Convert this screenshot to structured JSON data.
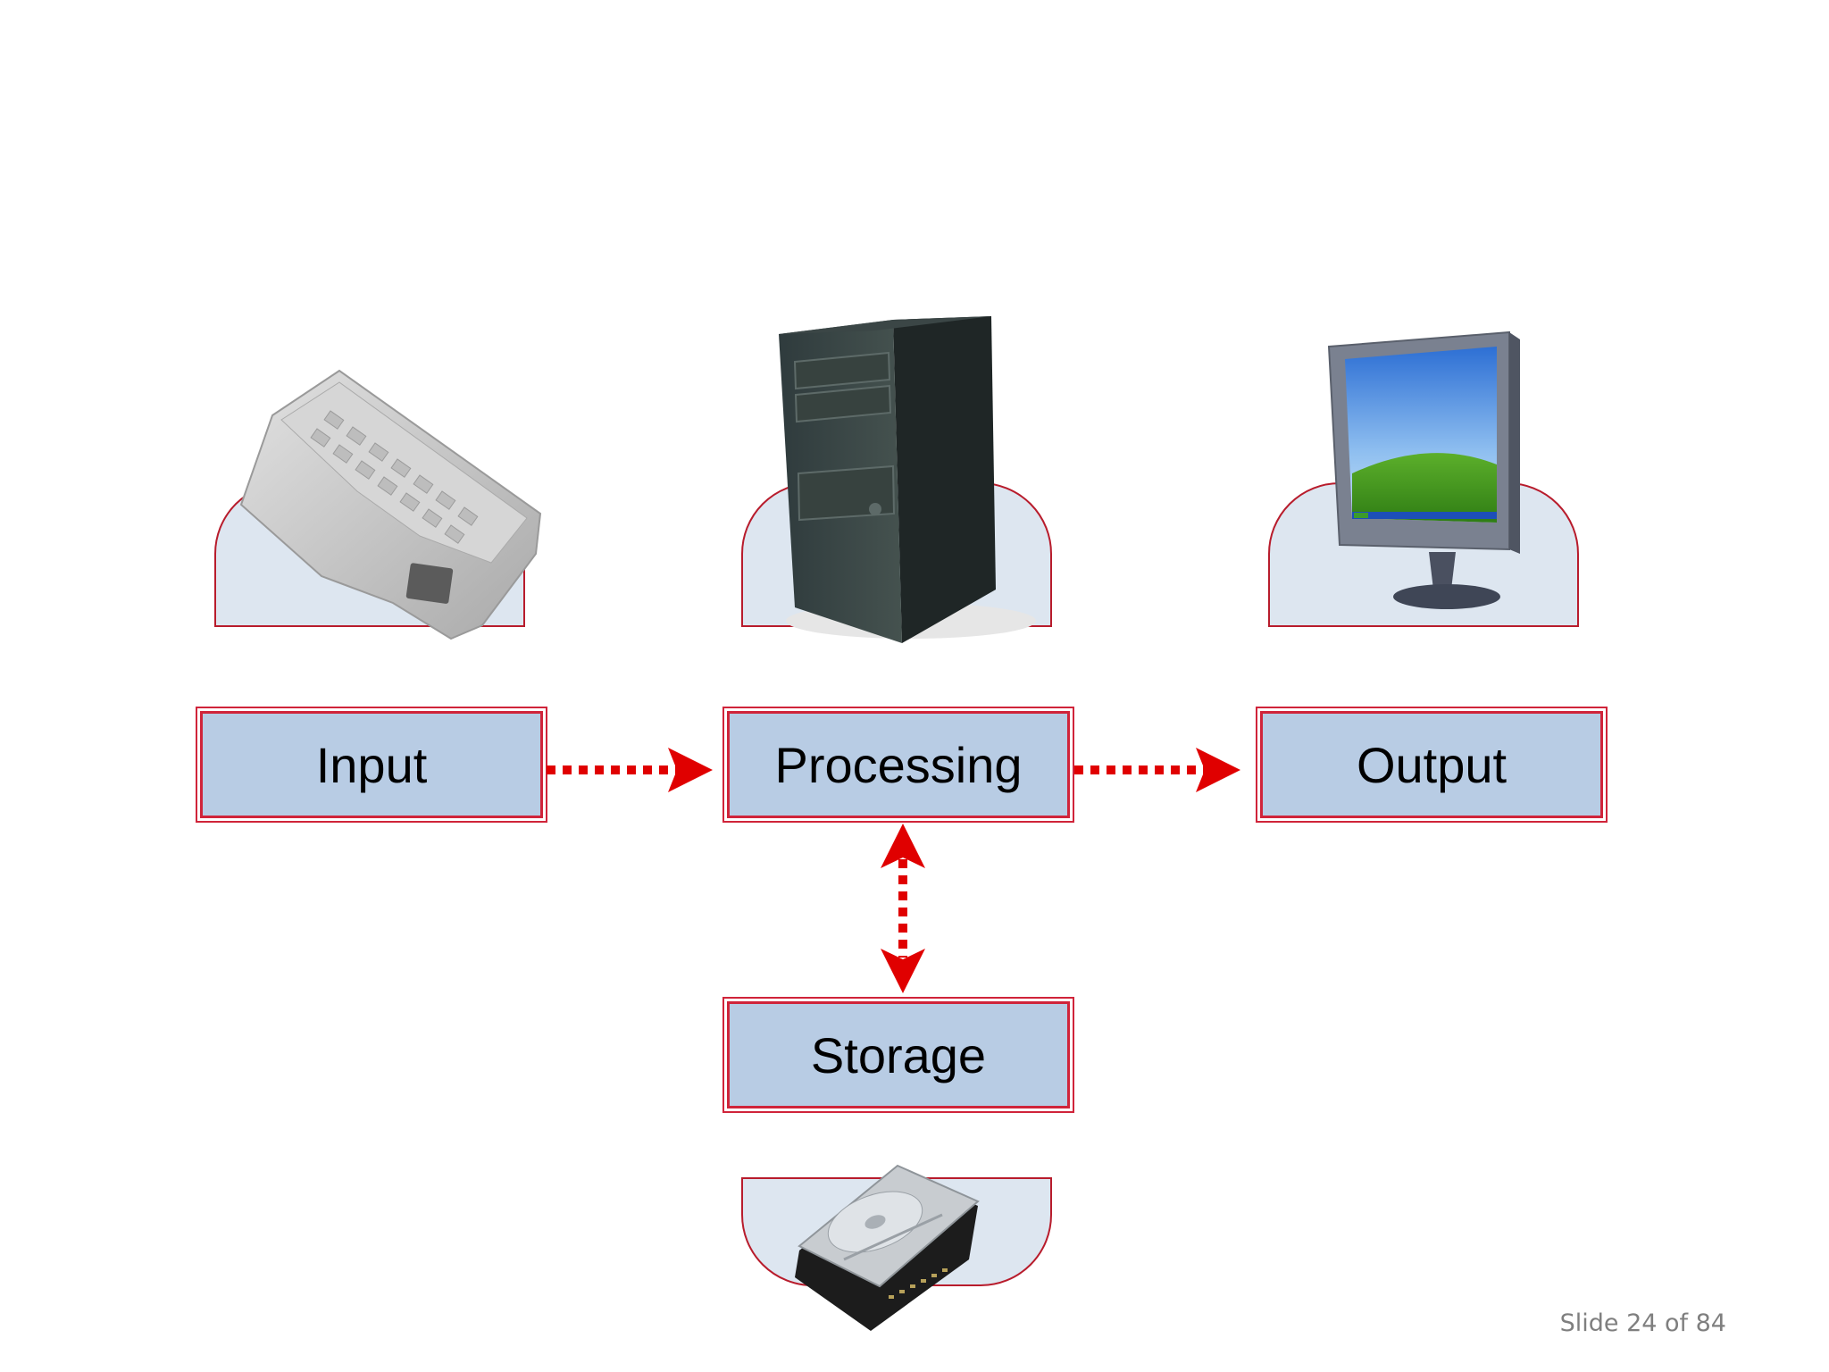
{
  "nodes": {
    "input": {
      "label": "Input",
      "icon": "keyboard-icon"
    },
    "processing": {
      "label": "Processing",
      "icon": "computer-tower-icon"
    },
    "output": {
      "label": "Output",
      "icon": "monitor-icon"
    },
    "storage": {
      "label": "Storage",
      "icon": "hard-drive-icon"
    }
  },
  "footer": {
    "slide_indicator": "Slide 24 of 84"
  },
  "colors": {
    "accent": "#e00000",
    "node_fill": "#b8cce4",
    "pedestal_fill": "#dde6f0",
    "border": "#d0243a"
  }
}
